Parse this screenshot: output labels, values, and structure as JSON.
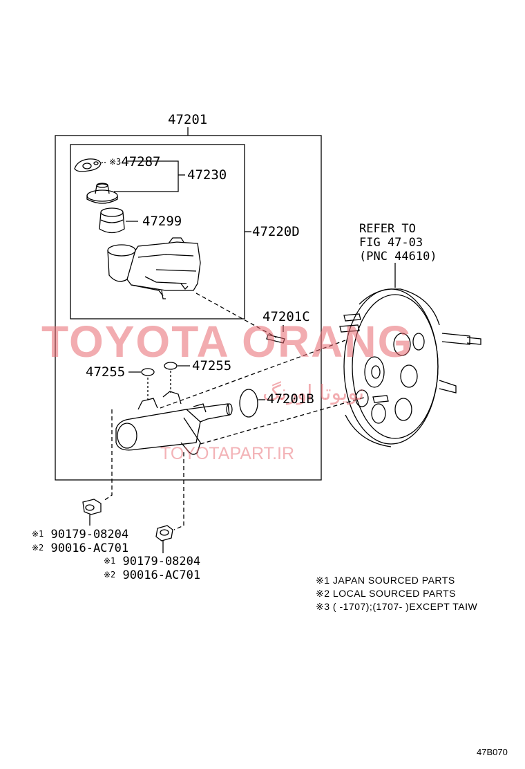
{
  "diagram": {
    "callouts": {
      "assembly": "47201",
      "reservoir_set": "47220D",
      "gasket": "47287",
      "gasket_mark": "※3",
      "cap": "47230",
      "grommet": "47299",
      "pin": "47201C",
      "oring_small_left": "47255",
      "oring_small_right": "47255",
      "oring_large": "47201B",
      "refer_line1": "REFER TO",
      "refer_line2": "FIG 47-03",
      "refer_line3": "(PNC 44610)"
    },
    "nuts_left": {
      "mark1": "※1",
      "part1": "90179-08204",
      "mark2": "※2",
      "part2": "90016-AC701"
    },
    "nuts_right": {
      "mark1": "※1",
      "part1": "90179-08204",
      "mark2": "※2",
      "part2": "90016-AC701"
    },
    "notes": [
      "※1  JAPAN SOURCED PARTS",
      "※2  LOCAL SOURCED PARTS",
      "※3 (       -1707);(1707-       )EXCEPT TAIW"
    ],
    "figure_code": "47B070"
  },
  "watermark": {
    "brand": "TOYOTA ORANG",
    "persian": "تویوتا اورنگ",
    "site": "TOYOTAPART.IR",
    "color": "#e86870"
  }
}
